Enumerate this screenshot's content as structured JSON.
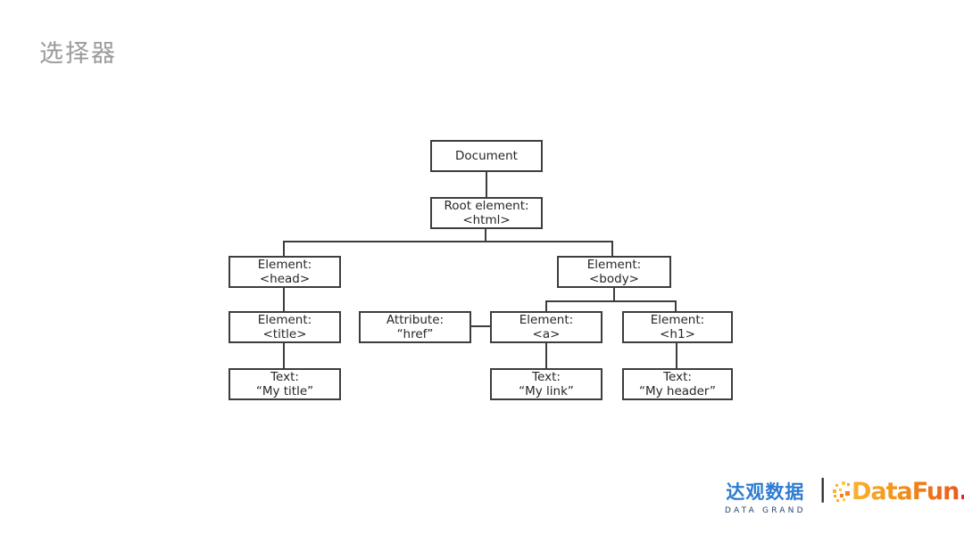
{
  "slide": {
    "title": "选择器"
  },
  "diagram": {
    "nodes": [
      {
        "label": "Document"
      },
      {
        "line1": "Root element:",
        "line2": "<html>"
      },
      {
        "line1": "Element:",
        "line2": "<head>"
      },
      {
        "line1": "Element:",
        "line2": "<body>"
      },
      {
        "line1": "Element:",
        "line2": "<title>"
      },
      {
        "line1": "Attribute:",
        "line2": "“href”"
      },
      {
        "line1": "Element:",
        "line2": "<a>"
      },
      {
        "line1": "Element:",
        "line2": "<h1>"
      },
      {
        "line1": "Text:",
        "line2": "“My title”"
      },
      {
        "line1": "Text:",
        "line2": "“My link”"
      },
      {
        "line1": "Text:",
        "line2": "“My header”"
      }
    ]
  },
  "footer": {
    "datagrand_name": "达观数据",
    "datagrand_subtitle": "DATA GRAND",
    "separator": "|",
    "datafun_text": "DataFun",
    "datafun_period": "."
  },
  "colors": {
    "title_gray": "#9b9b9b",
    "diagram_line": "#3d3d3d",
    "datagrand_blue": "#2d7cd1",
    "datagrand_navy": "#26466f",
    "datafun_orange_start": "#F9B233",
    "datafun_orange_end": "#EA5B1D",
    "datafun_red": "#E5231B"
  }
}
